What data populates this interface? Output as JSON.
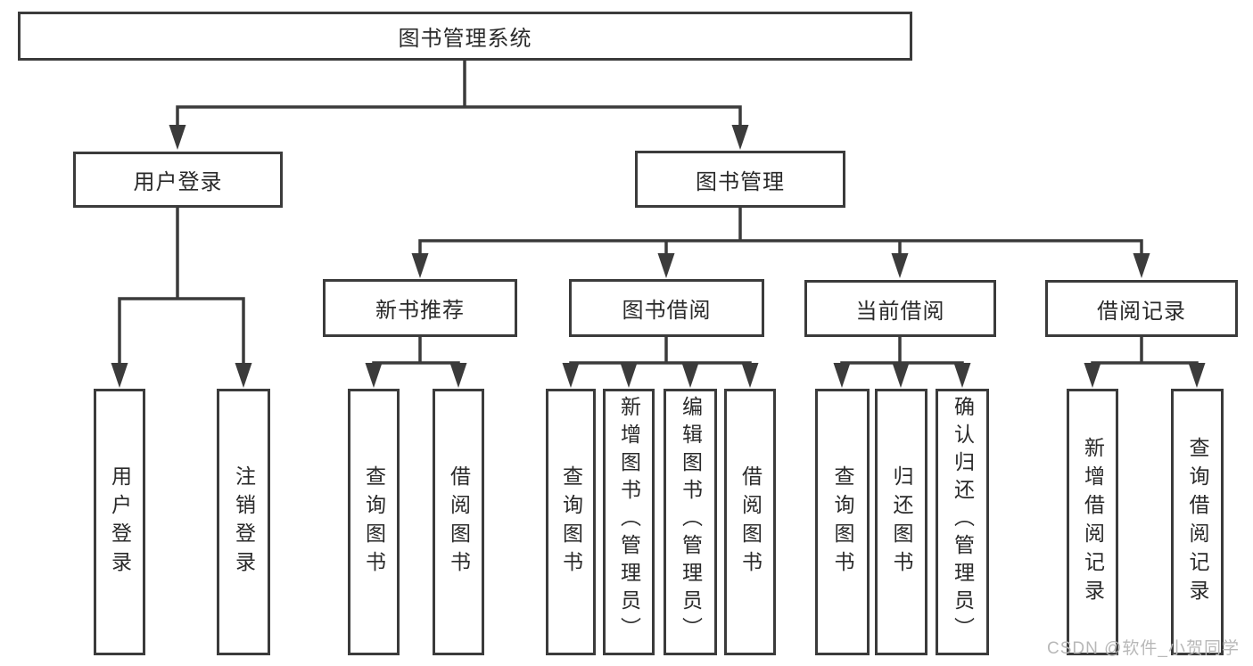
{
  "tree": {
    "label": "图书管理系统",
    "children": [
      {
        "label": "用户登录",
        "children": [
          {
            "label": "用户登录"
          },
          {
            "label": "注销登录"
          }
        ]
      },
      {
        "label": "图书管理",
        "children": [
          {
            "label": "新书推荐",
            "children": [
              {
                "label": "查询图书"
              },
              {
                "label": "借阅图书"
              }
            ]
          },
          {
            "label": "图书借阅",
            "children": [
              {
                "label": "查询图书"
              },
              {
                "label": "新增图书（管理员）"
              },
              {
                "label": "编辑图书（管理员）"
              },
              {
                "label": "借阅图书"
              }
            ]
          },
          {
            "label": "当前借阅",
            "children": [
              {
                "label": "查询图书"
              },
              {
                "label": "归还图书"
              },
              {
                "label": "确认归还（管理员）"
              }
            ]
          },
          {
            "label": "借阅记录",
            "children": [
              {
                "label": "新增借阅记录"
              },
              {
                "label": "查询借阅记录"
              }
            ]
          }
        ]
      }
    ]
  },
  "watermark": "CSDN @软件_小贺同学",
  "colors": {
    "line": "#3b3b3b",
    "box_border": "#3b3b3b",
    "text": "#2a2a2a",
    "watermark": "#b8b8b8",
    "background": "#ffffff"
  }
}
